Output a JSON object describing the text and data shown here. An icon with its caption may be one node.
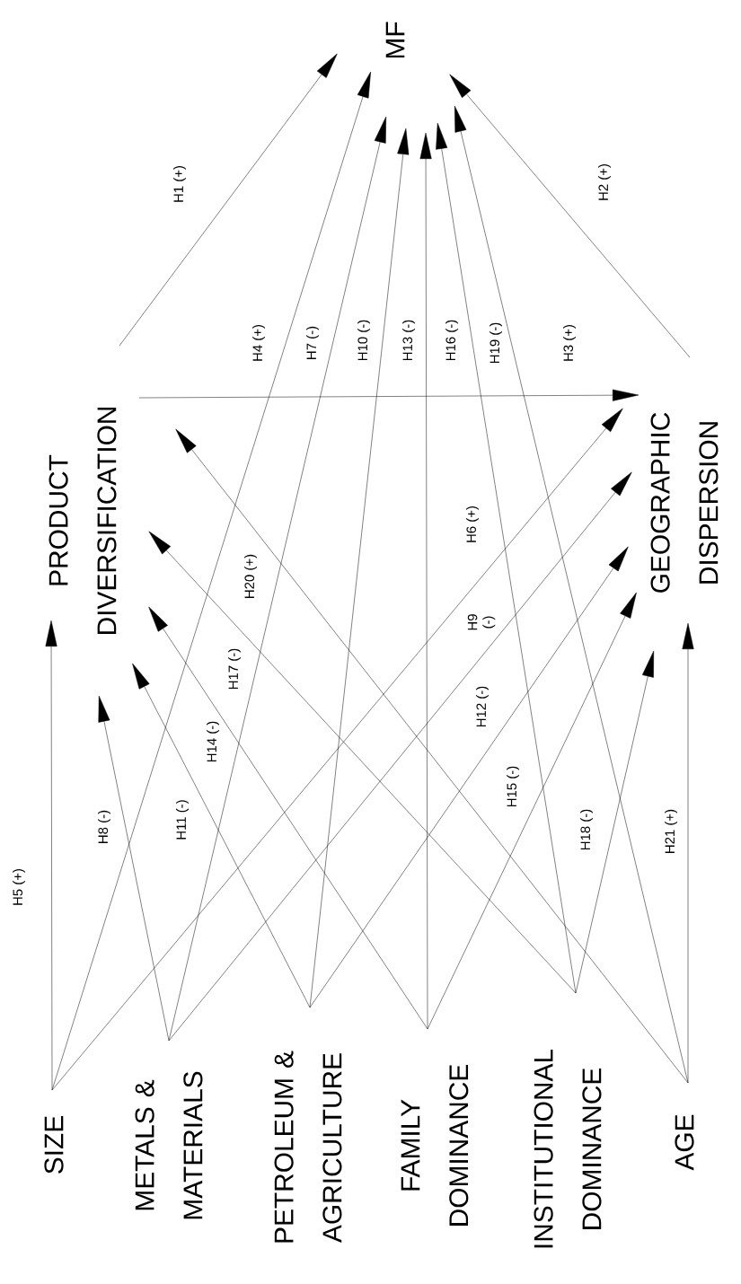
{
  "diagram": {
    "nodes": [
      {
        "text": [
          "MF"
        ]
      },
      {
        "text": [
          "PRODUCT DIVERSIFICATION"
        ]
      },
      {
        "text": [
          "GEOGRAPHIC DISPERSION"
        ]
      },
      {
        "text": [
          "SIZE"
        ]
      },
      {
        "text": [
          "METALS & MATERIALS"
        ]
      },
      {
        "text": [
          "PETROLEUM & AGRICULTURE"
        ]
      },
      {
        "text": [
          "FAMILY DOMINANCE"
        ]
      },
      {
        "text": [
          "INSTITUTIONAL DOMINANCE"
        ]
      },
      {
        "text": [
          "AGE"
        ]
      }
    ],
    "edges": [
      {
        "from": 1,
        "to": 0,
        "arrow": "to",
        "label": "H1 (+)"
      },
      {
        "from": 2,
        "to": 0,
        "arrow": "to",
        "label": "H2 (+)"
      },
      {
        "from": 1,
        "to": 2,
        "arrow": "to",
        "label": "H3 (+)"
      },
      {
        "from": 3,
        "to": 0,
        "arrow": "to",
        "label": "H4 (+)"
      },
      {
        "from": 3,
        "to": 1,
        "arrow": "to",
        "label": "H5 (+)"
      },
      {
        "from": 3,
        "to": 2,
        "arrow": "to",
        "label": "H6 (+)"
      },
      {
        "from": 4,
        "to": 0,
        "arrow": "to",
        "label": "H7 (-)"
      },
      {
        "from": 4,
        "to": 1,
        "arrow": "to",
        "label": "H8 (-)"
      },
      {
        "from": 4,
        "to": 2,
        "arrow": "to",
        "label": "H9 (-)"
      },
      {
        "from": 5,
        "to": 0,
        "arrow": "to",
        "label": "H10 (-)"
      },
      {
        "from": 5,
        "to": 1,
        "arrow": "to",
        "label": "H11 (-)"
      },
      {
        "from": 5,
        "to": 2,
        "arrow": "to",
        "label": "H12 (-)"
      },
      {
        "from": 6,
        "to": 0,
        "arrow": "to",
        "label": "H13 (-)"
      },
      {
        "from": 6,
        "to": 1,
        "arrow": "to",
        "label": "H14 (-)"
      },
      {
        "from": 6,
        "to": 2,
        "arrow": "to",
        "label": "H15 (-)"
      },
      {
        "from": 7,
        "to": 0,
        "arrow": "to",
        "label": "H16 (-)"
      },
      {
        "from": 7,
        "to": 1,
        "arrow": "to",
        "label": "H17 (-)"
      },
      {
        "from": 7,
        "to": 2,
        "arrow": "to",
        "label": "H18 (-)"
      },
      {
        "from": 8,
        "to": 0,
        "arrow": "to",
        "label": "H19 (-)"
      },
      {
        "from": 8,
        "to": 1,
        "arrow": "to",
        "label": "H20 (+)"
      },
      {
        "from": 8,
        "to": 2,
        "arrow": "to",
        "label": "H21 (+)"
      }
    ]
  }
}
